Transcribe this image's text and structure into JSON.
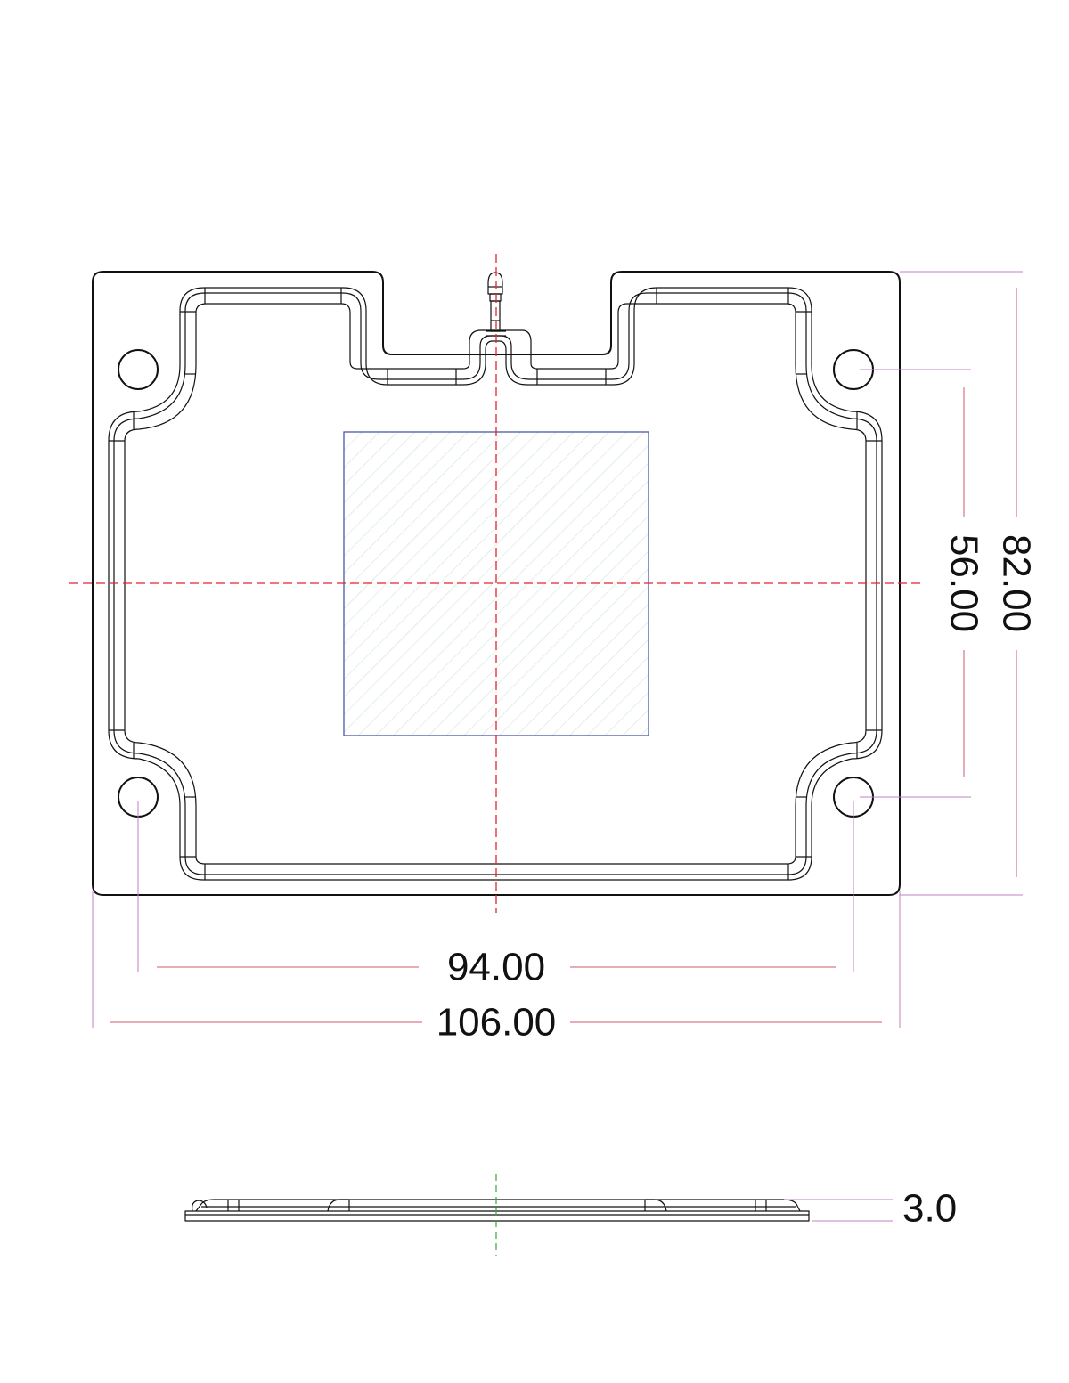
{
  "dimensions": {
    "overall_height": "82.00",
    "hole_vertical_spacing": "56.00",
    "hole_horizontal_spacing": "94.00",
    "overall_width": "106.00",
    "thickness": "3.0"
  },
  "colors": {
    "outline": "#111111",
    "extension_line": "#c27fc4",
    "dimension_line": "#d25a6e",
    "center_line": "#e8202a",
    "side_center_line": "#33a833",
    "pad_border": "#4a5aa8",
    "pad_hatch": "#cfe3e0"
  }
}
